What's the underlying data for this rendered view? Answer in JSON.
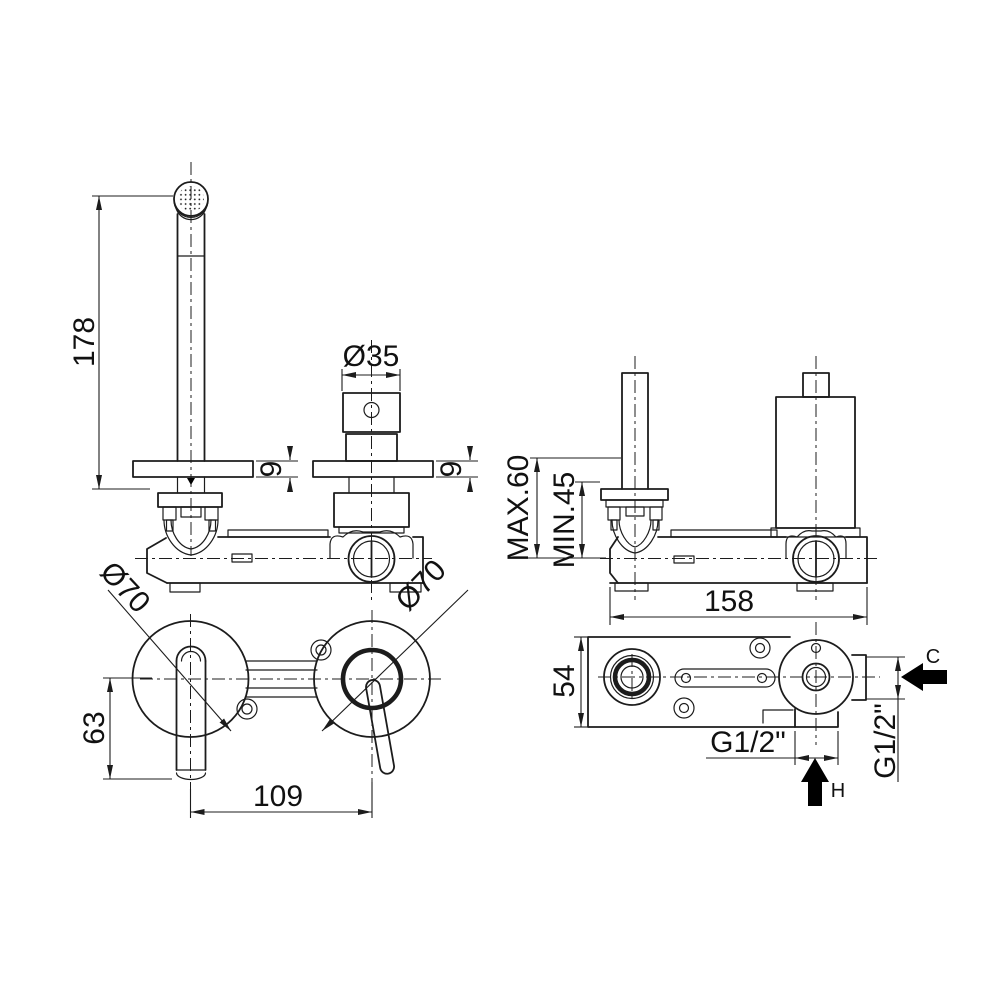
{
  "colors": {
    "line": "#1c1c1c",
    "background": "#ffffff",
    "arrow": "#000000"
  },
  "views": {
    "front": {
      "dims": {
        "height": "178",
        "handle_diameter": "Ø35",
        "spout_flange_thickness": "9",
        "handle_flange_thickness": "9"
      }
    },
    "side": {
      "dims": {
        "max_depth": "MAX.60",
        "min_depth": "MIN.45",
        "body_length": "158"
      }
    },
    "plan": {
      "dims": {
        "spout_trim_diameter": "Ø70",
        "handle_trim_diameter": "Ø70",
        "spout_projection": "63",
        "center_distance": "109"
      }
    },
    "rough": {
      "dims": {
        "body_height": "54",
        "hot_inlet_thread": "G1/2\"",
        "cold_inlet_thread": "G1/2\""
      },
      "labels": {
        "cold": "C",
        "hot": "H"
      }
    }
  }
}
